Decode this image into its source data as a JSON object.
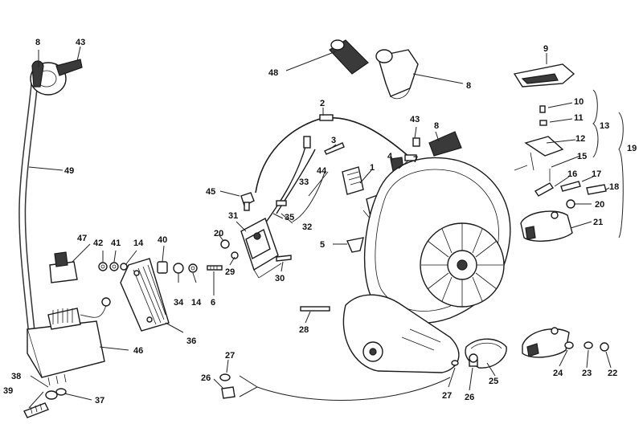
{
  "labels": {
    "l2": "2",
    "l3": "3",
    "l1": "1",
    "l4": "4",
    "l5": "5",
    "l6": "6",
    "l7": "7",
    "l8a": "8",
    "l8b": "8",
    "l8c": "8",
    "l9": "9",
    "l10": "10",
    "l11": "11",
    "l12": "12",
    "l13": "13",
    "l14a": "14",
    "l14b": "14",
    "l15": "15",
    "l16": "16",
    "l17": "17",
    "l18": "18",
    "l19": "19",
    "l20a": "20",
    "l20b": "20",
    "l21": "21",
    "l22": "22",
    "l23": "23",
    "l24": "24",
    "l25": "25",
    "l26a": "26",
    "l26b": "26",
    "l27a": "27",
    "l27b": "27",
    "l28": "28",
    "l29": "29",
    "l30": "30",
    "l31": "31",
    "l32": "32",
    "l33": "33",
    "l34": "34",
    "l35": "35",
    "l36": "36",
    "l37": "37",
    "l38": "38",
    "l39": "39",
    "l40": "40",
    "l41": "41",
    "l42": "42",
    "l43a": "43",
    "l43b": "43",
    "l44": "44",
    "l45": "45",
    "l46": "46",
    "l47": "47",
    "l48": "48",
    "l49": "49"
  }
}
